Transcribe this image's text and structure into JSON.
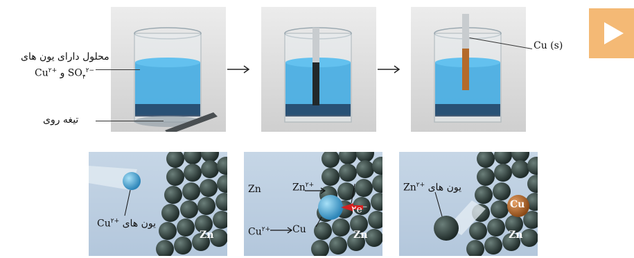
{
  "top_labels": {
    "solution_line1": "محلول دارای یون های",
    "solution_cu": "Cu",
    "solution_cu_charge": "۲+",
    "solution_and": "و",
    "solution_so4": "SO",
    "solution_so4_sub": "۴",
    "solution_so4_charge": "۲−",
    "zinc_strip": "تیغه روی",
    "copper_solid": "Cu (s)"
  },
  "bottom_panels": {
    "p1_ion_label": "یون های",
    "p1_cu": "Cu",
    "p1_cu_charge": "۲+",
    "p1_zn": "Zn",
    "p2_zn_left": "Zn",
    "p2_zn_right": "Zn",
    "p2_zn_charge": "۲+",
    "p2_electrons": "۲e",
    "p2_electrons_sup": "−",
    "p2_cu_left": "Cu",
    "p2_cu_charge": "۲+",
    "p2_cu_right": "Cu",
    "p2_zn_metal": "Zn",
    "p3_zn": "Zn",
    "p3_zn_charge": "۲+",
    "p3_ion_label": "یون های",
    "p3_cu": "Cu",
    "p3_zn_metal": "Zn"
  },
  "colors": {
    "solution_blue": "#3aa8e2",
    "zinc_dark": "#2f3d3a",
    "copper": "#b46a2a",
    "play_button": "#f4b975",
    "electron_arrow": "#d42020"
  },
  "icons": [
    "play-icon",
    "right-arrow-icon"
  ]
}
